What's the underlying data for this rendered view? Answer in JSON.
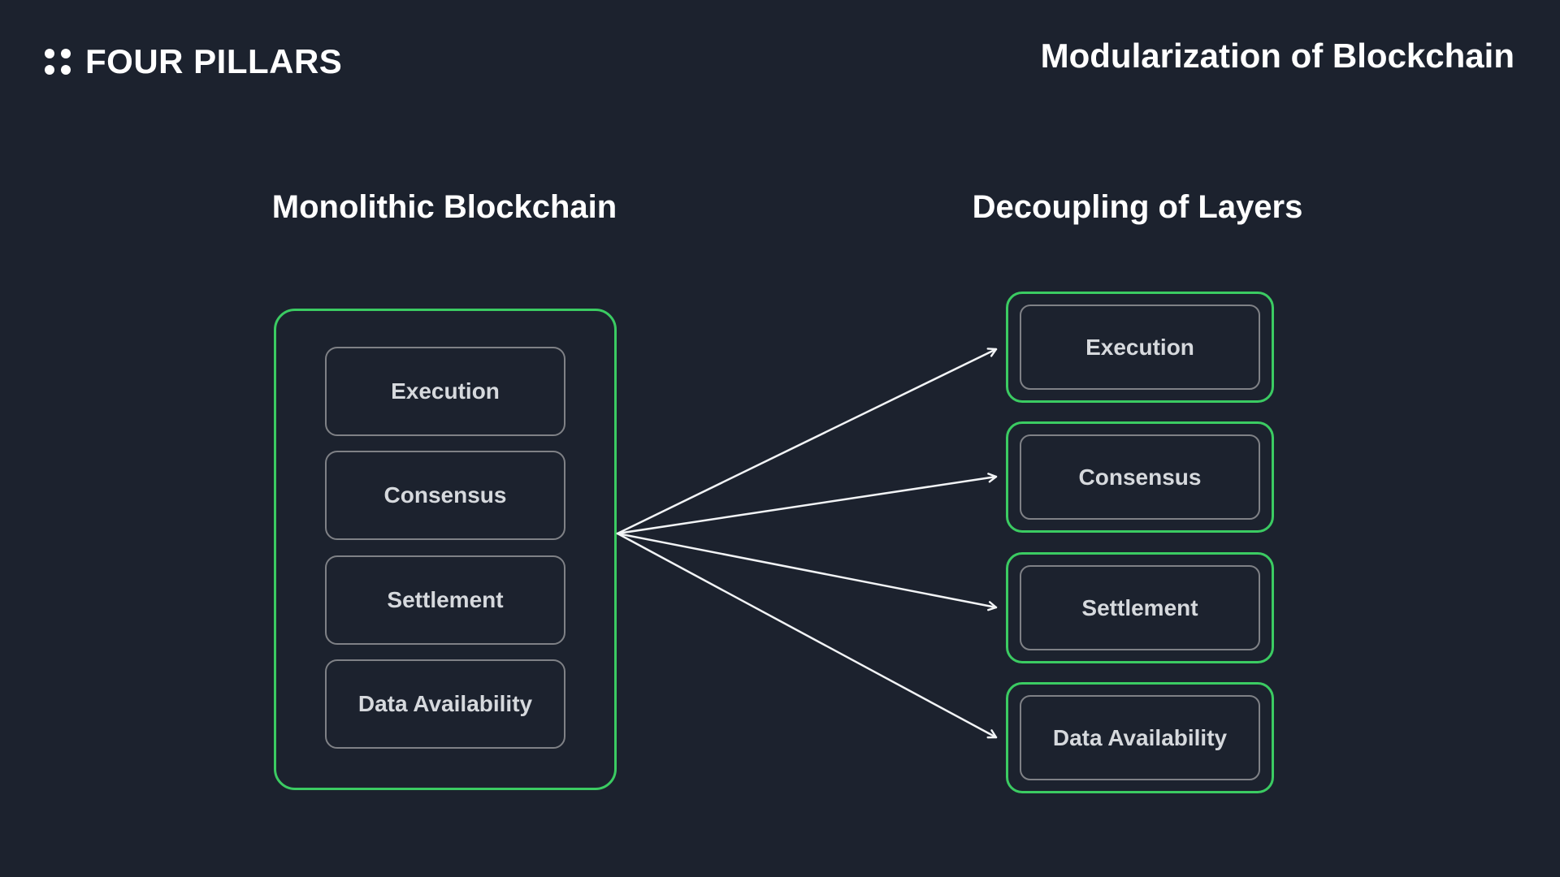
{
  "theme": {
    "background": "#1c222e",
    "accent_green": "#3bcb62",
    "border_gray": "#7f8186",
    "box_text": "#d6d9dd",
    "arrow_white": "#f2f4f6"
  },
  "header": {
    "brand": "FOUR PILLARS",
    "title": "Modularization of Blockchain"
  },
  "left_section": {
    "heading": "Monolithic Blockchain",
    "layers": [
      "Execution",
      "Consensus",
      "Settlement",
      "Data Availability"
    ]
  },
  "right_section": {
    "heading": "Decoupling of Layers",
    "layers": [
      "Execution",
      "Consensus",
      "Settlement",
      "Data Availability"
    ]
  }
}
